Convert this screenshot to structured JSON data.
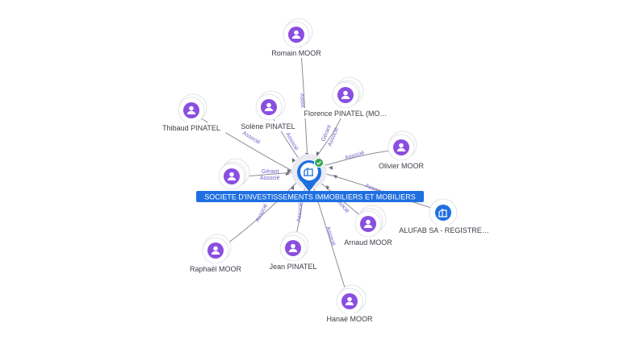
{
  "center": {
    "label": "SOCIETE D'INVESTISSEMENTS IMMOBILIERS ET MOBILIERS",
    "icon": "building-icon",
    "badge_icon": "check-icon",
    "color": "#1f6fe0"
  },
  "nodes": [
    {
      "id": "romain",
      "label": "Romain MOOR",
      "kind": "person",
      "edge_labels": [
        "Associé"
      ]
    },
    {
      "id": "florence",
      "label": "Florence PINATEL (MO…",
      "kind": "person",
      "edge_labels": [
        "Gérant",
        "Associé"
      ]
    },
    {
      "id": "thibaud",
      "label": "Thibaud PINATEL",
      "kind": "person",
      "edge_labels": [
        "Associé"
      ]
    },
    {
      "id": "solene",
      "label": "Solène PINATEL",
      "kind": "person",
      "edge_labels": [
        "Associé"
      ]
    },
    {
      "id": "olivier",
      "label": "Olivier MOOR",
      "kind": "person",
      "edge_labels": [
        "Associé"
      ]
    },
    {
      "id": "gerant-left",
      "label": "",
      "kind": "person",
      "edge_labels": [
        "Gérant",
        "Associé"
      ]
    },
    {
      "id": "alufab",
      "label": "ALUFAB SA - REGISTRE…",
      "kind": "company",
      "edge_labels": [
        "Associé"
      ]
    },
    {
      "id": "arnaud",
      "label": "Arnaud MOOR",
      "kind": "person",
      "edge_labels": [
        "Associé"
      ]
    },
    {
      "id": "raphael",
      "label": "Raphaël MOOR",
      "kind": "person",
      "edge_labels": [
        "Associé"
      ]
    },
    {
      "id": "jean",
      "label": "Jean PINATEL",
      "kind": "person",
      "edge_labels": [
        "Associé"
      ]
    },
    {
      "id": "hanae",
      "label": "Hanaé MOOR",
      "kind": "person",
      "edge_labels": [
        "Associé"
      ]
    }
  ],
  "colors": {
    "person": "#8a4ee0",
    "company": "#1f6fe0",
    "edge_label": "#6f62c9",
    "badge": "#2fa84f"
  }
}
